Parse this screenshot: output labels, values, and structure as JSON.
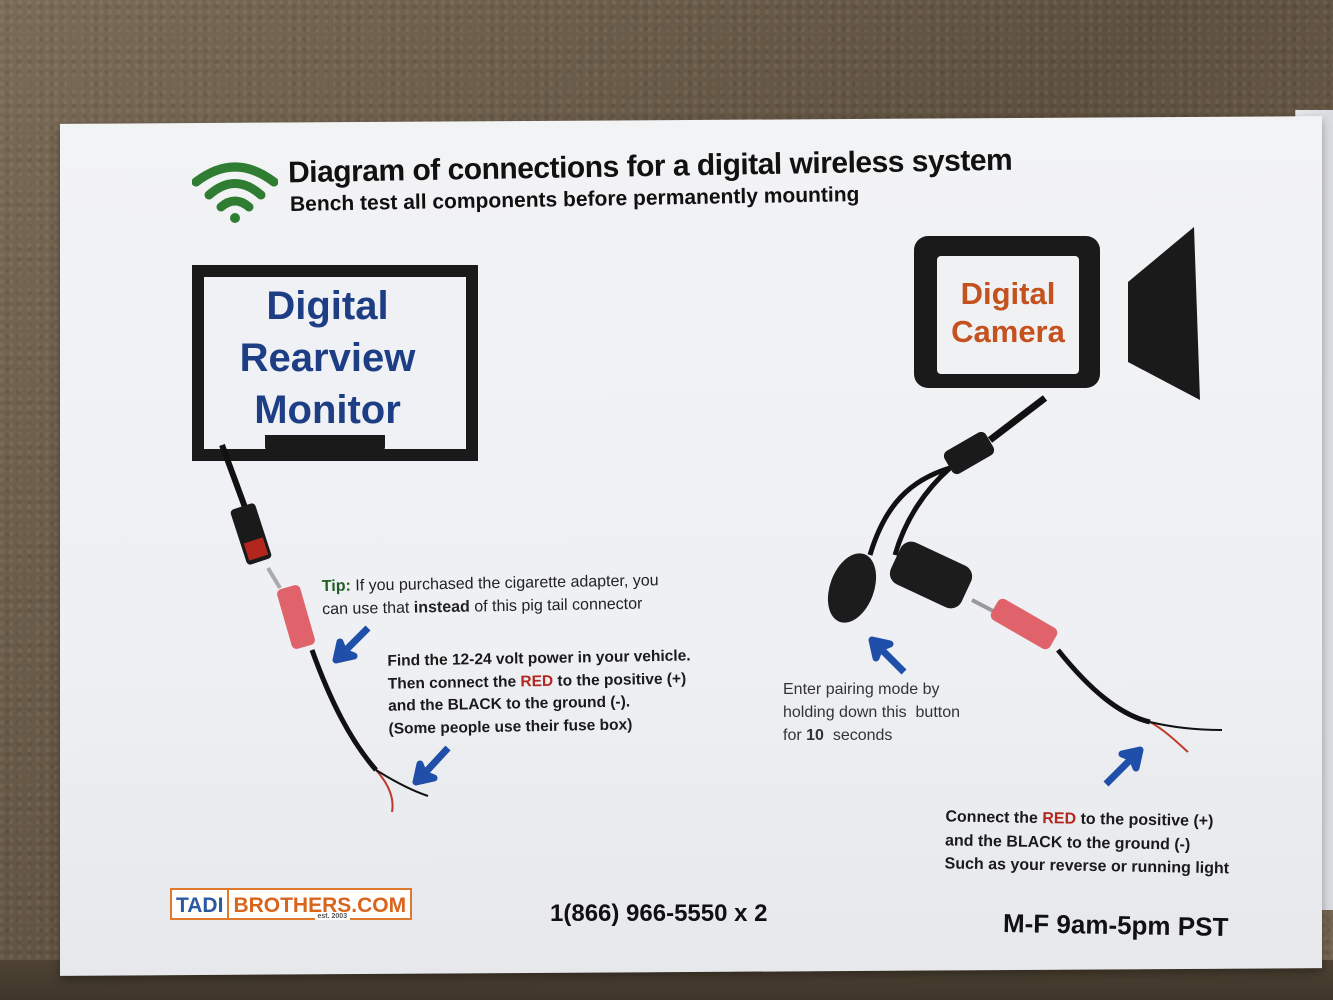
{
  "header": {
    "title": "Diagram of connections for a digital wireless system",
    "subtitle": "Bench test all components before permanently mounting"
  },
  "monitor": {
    "label_line1": "Digital",
    "label_line2": "Rearview",
    "label_line3": "Monitor"
  },
  "camera": {
    "label_line1": "Digital",
    "label_line2": "Camera"
  },
  "tip": {
    "prefix": "Tip:",
    "text1": " If you purchased the cigarette adapter, you can use that ",
    "emphasis": "instead",
    "text2": " of this pig tail connector"
  },
  "power_note": {
    "line1": "Find the 12-24 volt power in your vehicle.",
    "line2_a": "Then connect the ",
    "line2_red": "RED",
    "line2_b": " to the positive (+)",
    "line3": "and the BLACK to the ground (-).",
    "line4": "(Some people use their fuse box)"
  },
  "pair_note": {
    "line1": "Enter pairing mode by",
    "line2": "holding down this  button",
    "line3_a": "for ",
    "line3_num": "10",
    "line3_b": "  seconds"
  },
  "camera_note": {
    "line1_a": "Connect the ",
    "line1_red": "RED",
    "line1_b": " to the positive (+)",
    "line2": "and the BLACK to the ground (-)",
    "line3": "Such as your reverse or running light"
  },
  "footer": {
    "logo_left": "TADI",
    "logo_right": "BROTHERS.COM",
    "logo_est": "est. 2003",
    "phone": "1(866) 966-5550 x 2",
    "hours": "M-F 9am-5pm PST"
  },
  "colors": {
    "monitor_label": "#1d3e85",
    "camera_label": "#c4511e",
    "wifi": "#2e7d32",
    "arrow": "#1f4fa8",
    "red_text": "#b3261e"
  }
}
